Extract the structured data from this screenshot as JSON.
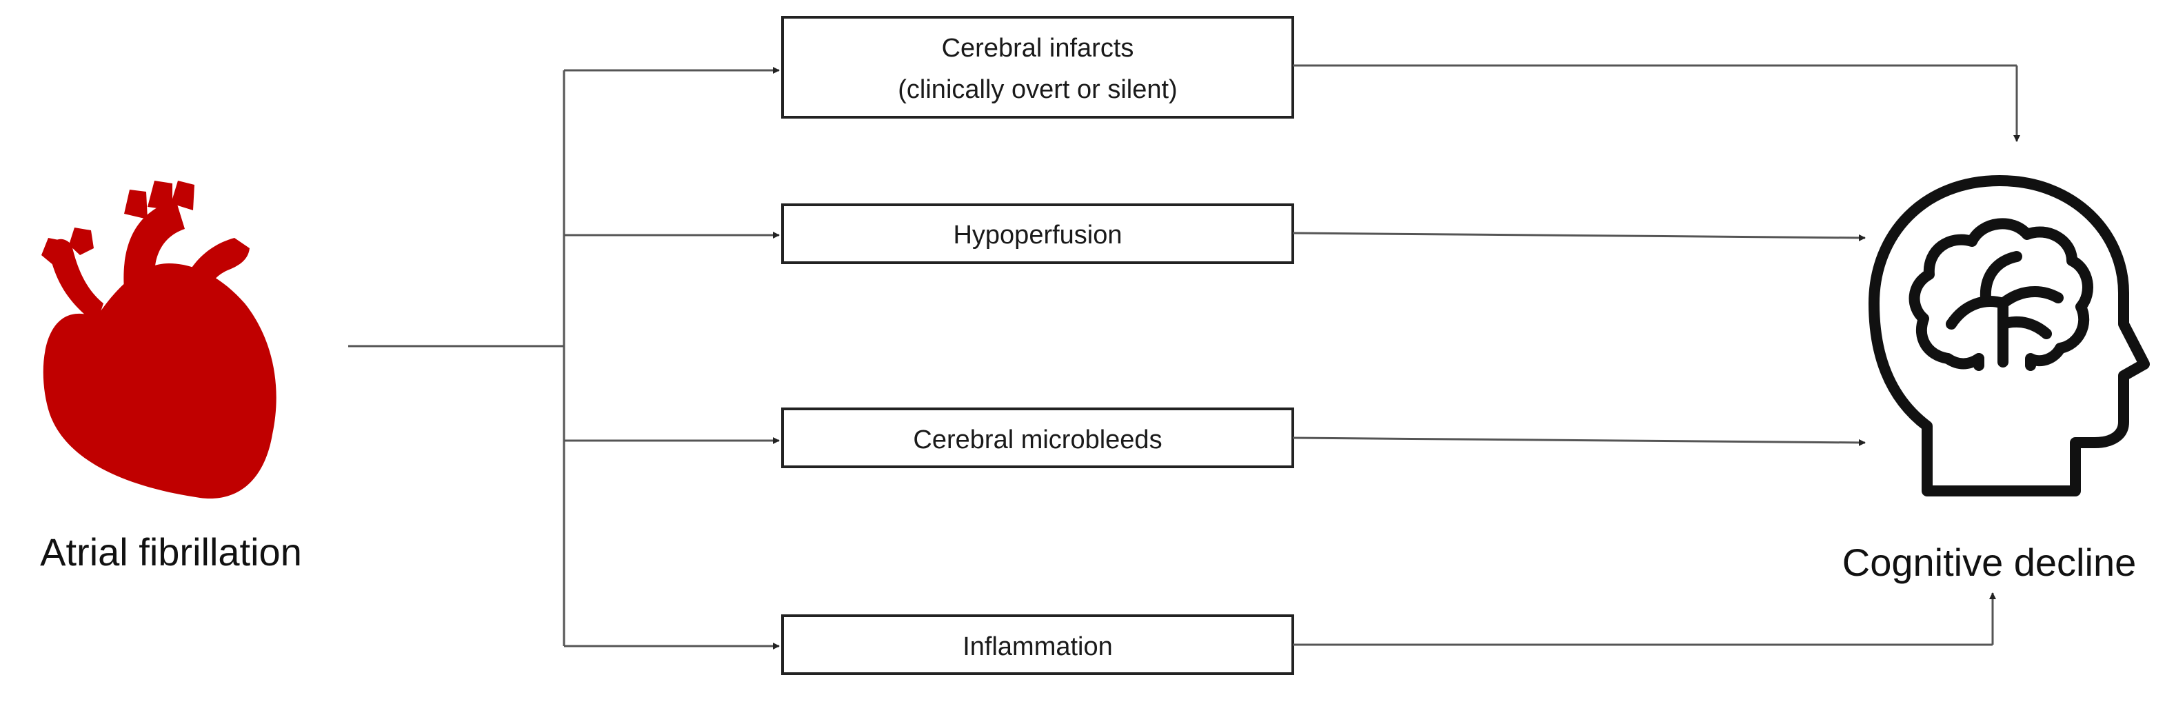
{
  "source": {
    "label": "Atrial fibrillation",
    "icon": "heart-icon",
    "icon_color": "#c00000"
  },
  "mechanisms": [
    {
      "lines": [
        "Cerebral infarcts",
        "(clinically overt or silent)"
      ]
    },
    {
      "lines": [
        "Hypoperfusion"
      ]
    },
    {
      "lines": [
        "Cerebral microbleeds"
      ]
    },
    {
      "lines": [
        "Inflammation"
      ]
    }
  ],
  "outcome": {
    "label": "Cognitive decline",
    "icon": "head-brain-icon",
    "icon_color": "#111111"
  }
}
